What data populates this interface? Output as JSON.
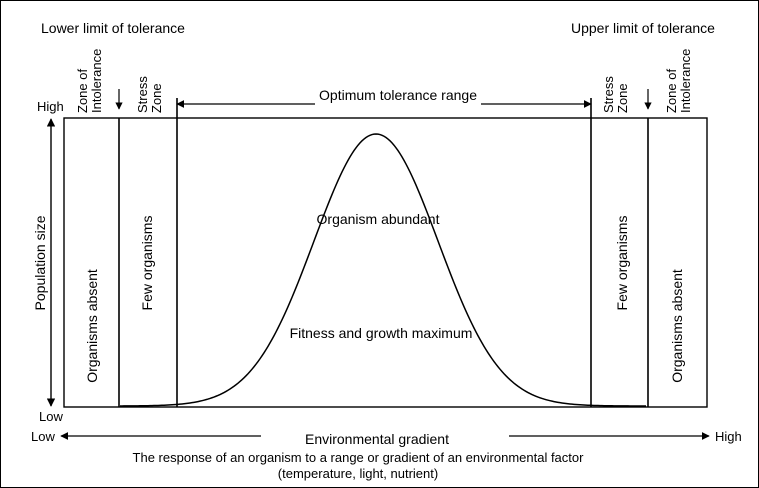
{
  "labels": {
    "lower_limit": "Lower limit of tolerance",
    "upper_limit": "Upper limit of tolerance",
    "zone_intolerance_left": [
      "Zone of",
      "Intolerance"
    ],
    "stress_zone_left": [
      "Stress",
      "Zone"
    ],
    "optimum_range": "Optimum tolerance range",
    "stress_zone_right": [
      "Stress",
      "Zone"
    ],
    "zone_intolerance_right": [
      "Zone of",
      "Intolerance"
    ],
    "high_y": "High",
    "low_y": "Low",
    "y_axis": "Population size",
    "organisms_absent_left": "Organisms absent",
    "few_organisms_left": "Few organisms",
    "organism_abundant": "Organism abundant",
    "fitness": "Fitness and growth maximum",
    "few_organisms_right": "Few organisms",
    "organisms_absent_right": "Organisms absent",
    "low_x": "Low",
    "high_x": "High",
    "x_axis": "Environmental gradient",
    "caption_line1": "The response of an organism to a range or gradient of an environmental factor",
    "caption_line2": "(temperature, light, nutrient)"
  },
  "colors": {
    "ink": "#000000",
    "background": "#ffffff"
  }
}
